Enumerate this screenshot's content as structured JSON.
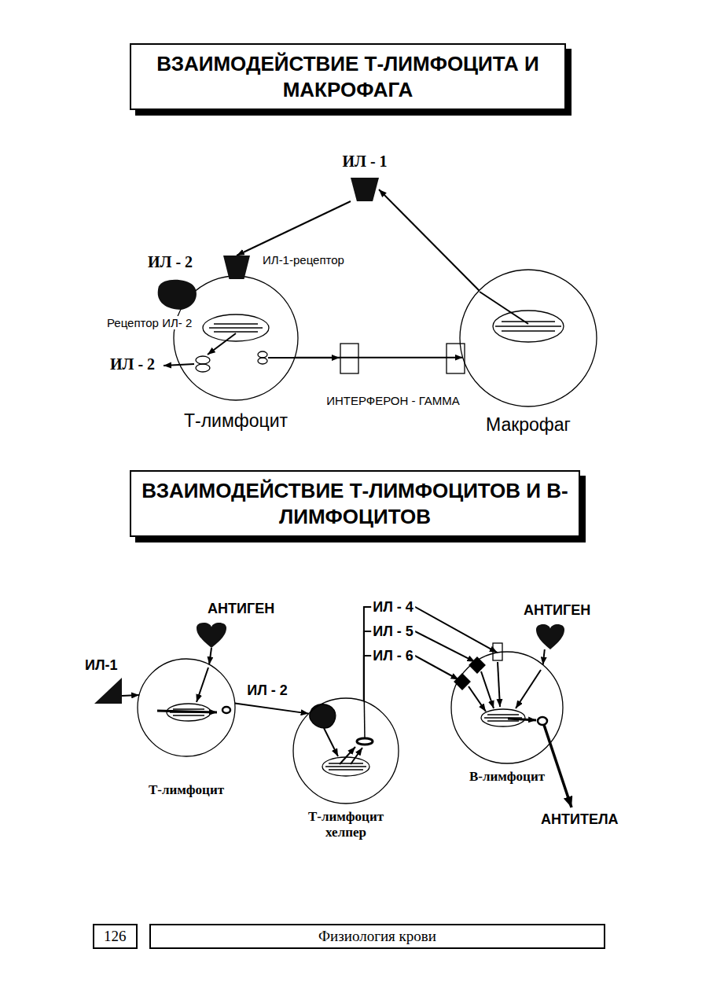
{
  "diagram": {
    "nodes": [
      {
        "text": [
          "ВЗАИМОДЕЙСТВИЕ Т-ЛИМФОЦИТА И МАКРОФАГА"
        ]
      },
      {
        "text": [
          "ИЛ - 1"
        ]
      },
      {
        "text": [
          "ИЛ-1-рецептор"
        ]
      },
      {
        "text": [
          "ИЛ - 2",
          "Рецептор ИЛ- 2"
        ]
      },
      {
        "text": [
          "Т-лимфоцит"
        ]
      },
      {
        "text": [
          "Макрофаг"
        ]
      },
      {
        "text": [
          "ВЗАИМОДЕЙСТВИЕ Т-ЛИМФОЦИТОВ И В-ЛИМФОЦИТОВ"
        ]
      },
      {
        "text": [
          "ИЛ-1"
        ]
      },
      {
        "text": [
          "АНТИГЕН"
        ]
      },
      {
        "text": [
          "Т-лимфоцит"
        ]
      },
      {
        "text": [
          "Т-лимфоцит хелпер"
        ]
      },
      {
        "text": [
          "АНТИГЕН"
        ]
      },
      {
        "text": [
          "В-лимфоцит"
        ]
      },
      {
        "text": [
          "126"
        ]
      },
      {
        "text": [
          "Физиология крови"
        ]
      }
    ],
    "edges": [
      {
        "from": 5,
        "to": 1,
        "arrow": "to"
      },
      {
        "from": 1,
        "to": 2,
        "arrow": "to"
      },
      {
        "from": 4,
        "to": 5,
        "label": "ИНТЕРФЕРОН - ГАММА",
        "arrow": "to"
      },
      {
        "from": 7,
        "to": 9,
        "arrow": "to"
      },
      {
        "from": 8,
        "to": 9,
        "arrow": "to"
      },
      {
        "from": 9,
        "to": 10,
        "label": "ИЛ - 2",
        "arrow": "to"
      },
      {
        "from": 10,
        "to": 12,
        "label": "ИЛ - 4",
        "arrow": "to"
      },
      {
        "from": 10,
        "to": 12,
        "label": "ИЛ - 5",
        "arrow": "to"
      },
      {
        "from": 10,
        "to": 12,
        "label": "ИЛ - 6",
        "arrow": "to"
      },
      {
        "from": 11,
        "to": 12,
        "arrow": "to"
      }
    ],
    "labels": [
      "ИЛ - 2",
      "АНТИТЕЛА"
    ]
  }
}
